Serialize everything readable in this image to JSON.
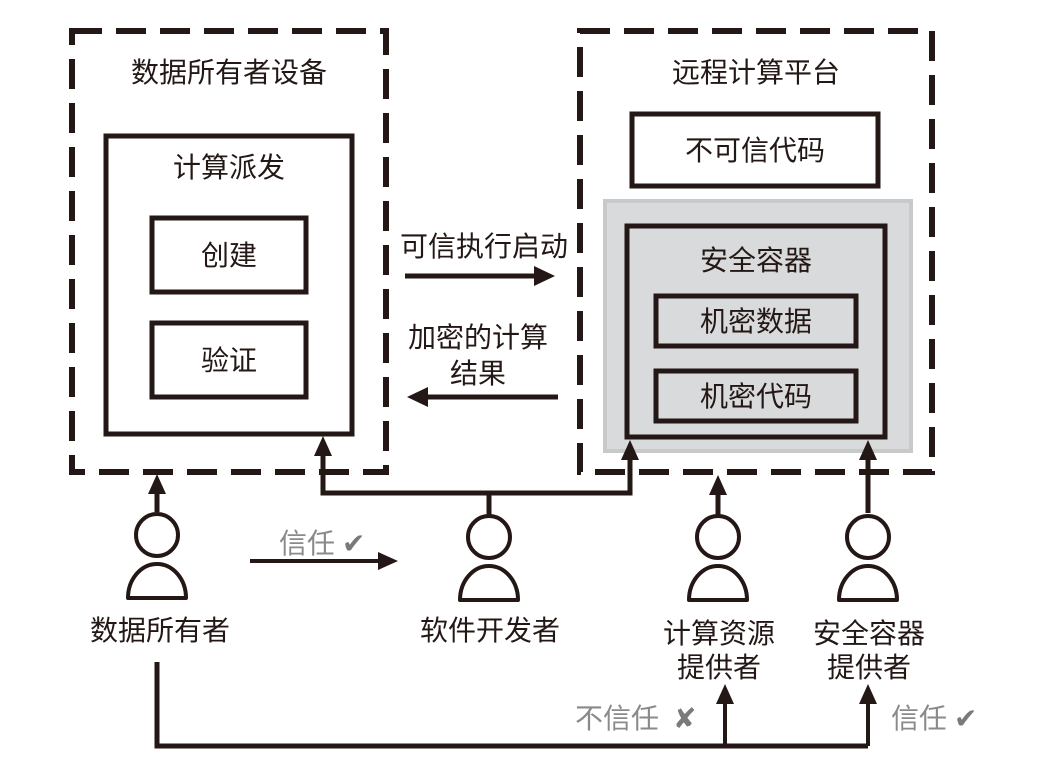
{
  "colors": {
    "ink": "#231815",
    "container_fill": "#d9dadb",
    "container_border": "#c8c9ca",
    "trust_text": "#8a8a8a"
  },
  "owner_device": {
    "title": "数据所有者设备",
    "dispatch": {
      "title": "计算派发",
      "items": [
        "创建",
        "验证"
      ]
    }
  },
  "remote_platform": {
    "title": "远程计算平台",
    "untrusted_code": "不可信代码",
    "secure_container": {
      "title": "安全容器",
      "items": [
        "机密数据",
        "机密代码"
      ]
    }
  },
  "flows": {
    "launch": "可信执行启动",
    "result_line1": "加密的计算",
    "result_line2": "结果"
  },
  "actors": [
    {
      "id": "data-owner",
      "lines": [
        "数据所有者"
      ]
    },
    {
      "id": "software-developer",
      "lines": [
        "软件开发者"
      ]
    },
    {
      "id": "compute-provider",
      "lines": [
        "计算资源",
        "提供者"
      ]
    },
    {
      "id": "container-provider",
      "lines": [
        "安全容器",
        "提供者"
      ]
    }
  ],
  "trust": {
    "owner_to_developer": {
      "label": "信任",
      "mark": "✔",
      "trusted": true
    },
    "owner_to_compute": {
      "label": "不信任",
      "mark": "✘",
      "trusted": false
    },
    "owner_to_container": {
      "label": "信任",
      "mark": "✔",
      "trusted": true
    }
  }
}
